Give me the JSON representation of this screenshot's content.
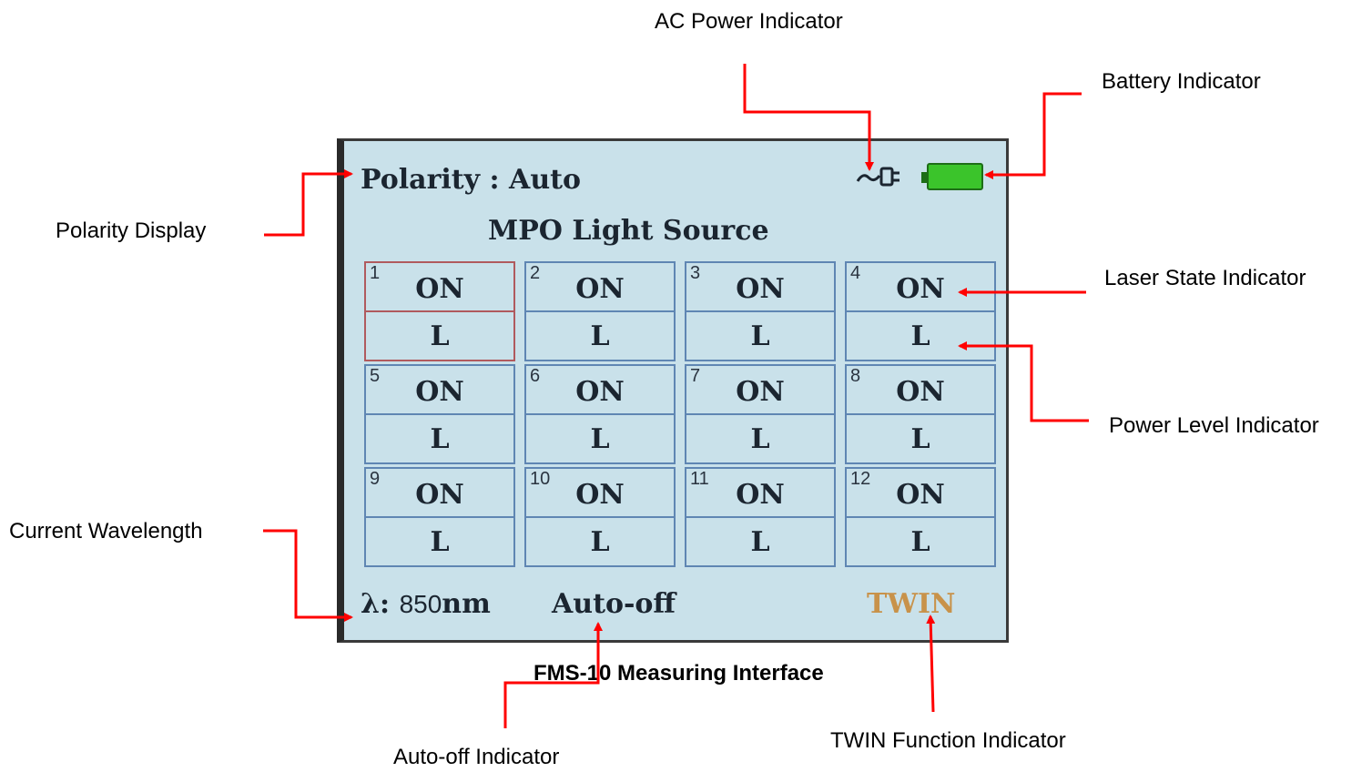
{
  "callouts": {
    "ac_power": "AC Power Indicator",
    "battery": "Battery Indicator",
    "polarity": "Polarity Display",
    "laser_state": "Laser State Indicator",
    "power_level": "Power Level Indicator",
    "wavelength": "Current Wavelength",
    "auto_off": "Auto-off Indicator",
    "twin": "TWIN Function Indicator"
  },
  "caption": "FMS-10 Measuring Interface",
  "screen": {
    "polarity": "Polarity : Auto",
    "subtitle": "MPO Light Source",
    "wavelength_symbol": "λ:",
    "wavelength_value": "850",
    "wavelength_unit": "nm",
    "auto_off": "Auto-off",
    "twin": "TWIN",
    "channels": [
      {
        "num": "1",
        "state": "ON",
        "level": "L"
      },
      {
        "num": "2",
        "state": "ON",
        "level": "L"
      },
      {
        "num": "3",
        "state": "ON",
        "level": "L"
      },
      {
        "num": "4",
        "state": "ON",
        "level": "L"
      },
      {
        "num": "5",
        "state": "ON",
        "level": "L"
      },
      {
        "num": "6",
        "state": "ON",
        "level": "L"
      },
      {
        "num": "7",
        "state": "ON",
        "level": "L"
      },
      {
        "num": "8",
        "state": "ON",
        "level": "L"
      },
      {
        "num": "9",
        "state": "ON",
        "level": "L"
      },
      {
        "num": "10",
        "state": "ON",
        "level": "L"
      },
      {
        "num": "11",
        "state": "ON",
        "level": "L"
      },
      {
        "num": "12",
        "state": "ON",
        "level": "L"
      }
    ],
    "active_channel": "1"
  },
  "icons": {
    "ac": "ac-plug-icon",
    "battery": "battery-full-icon"
  },
  "colors": {
    "arrow": "#ff0000",
    "screen_bg": "#c9e1ea",
    "grid_border": "#5f86b3",
    "active_border": "#b05a5e",
    "battery": "#3bc42b",
    "twin": "#c8924a"
  }
}
